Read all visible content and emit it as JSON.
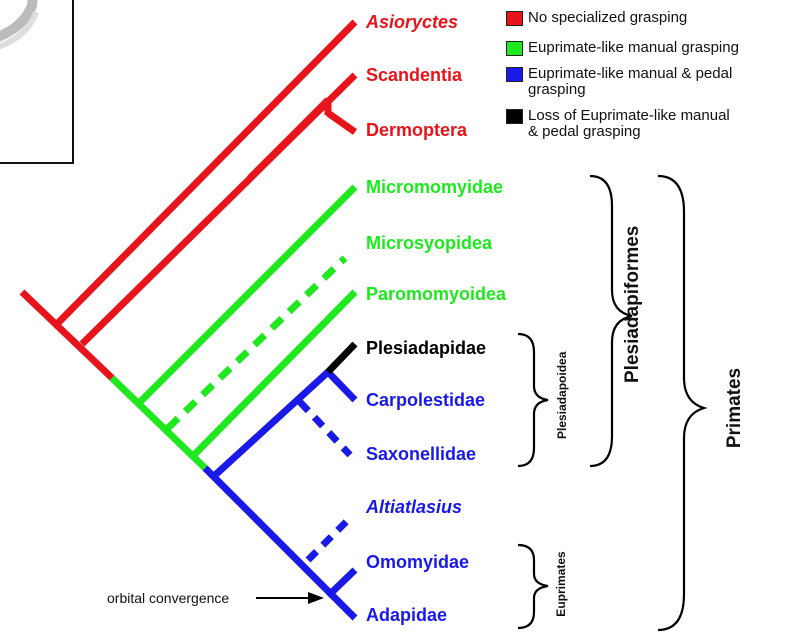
{
  "legend": [
    {
      "label": "No specialized grasping",
      "color": "#e8141b"
    },
    {
      "label": "Euprimate-like manual grasping",
      "color": "#1fe81f"
    },
    {
      "label": "Euprimate-like manual & pedal\ngrasping",
      "color": "#1a1ae8"
    },
    {
      "label": "Loss of Euprimate-like manual\n& pedal grasping",
      "color": "#000000"
    }
  ],
  "taxa": [
    {
      "name": "Asioryctes",
      "color": "#e8141b",
      "italic": true
    },
    {
      "name": "Scandentia",
      "color": "#e8141b",
      "italic": false
    },
    {
      "name": "Dermoptera",
      "color": "#e8141b",
      "italic": false
    },
    {
      "name": "Micromomyidae",
      "color": "#1fe81f",
      "italic": false
    },
    {
      "name": "Microsyopidea",
      "color": "#1fe81f",
      "italic": false
    },
    {
      "name": "Paromomyoidea",
      "color": "#1fe81f",
      "italic": false
    },
    {
      "name": "Plesiadapidae",
      "color": "#000000",
      "italic": false
    },
    {
      "name": "Carpolestidae",
      "color": "#1a1ae8",
      "italic": false
    },
    {
      "name": "Saxonellidae",
      "color": "#1a1ae8",
      "italic": false
    },
    {
      "name": "Altiatlasius",
      "color": "#1a1ae8",
      "italic": true
    },
    {
      "name": "Omomyidae",
      "color": "#1a1ae8",
      "italic": false
    },
    {
      "name": "Adapidae",
      "color": "#1a1ae8",
      "italic": false
    }
  ],
  "groups": {
    "plesiadapoidea": "Plesiadapoidea",
    "plesiadapiformes": "Plesiadapiformes",
    "primates": "Primates",
    "euprimates": "Euprimates"
  },
  "annotation": {
    "orbital_convergence": "orbital convergence"
  }
}
